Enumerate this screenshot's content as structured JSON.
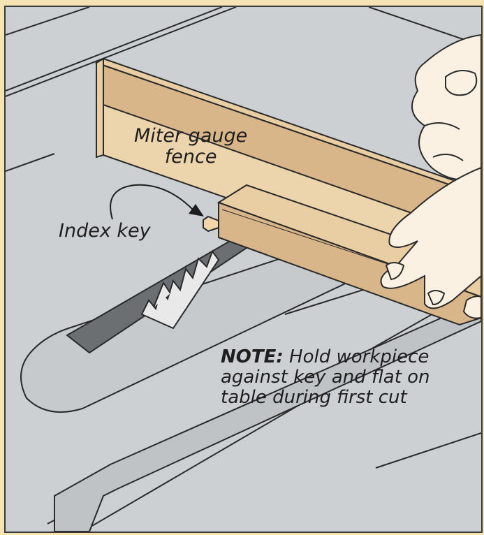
{
  "callouts": {
    "fence_line1": "Miter gauge",
    "fence_line2": "fence",
    "index_key": "Index key",
    "note_bold": "NOTE:",
    "note_line1": "Hold workpiece",
    "note_line2": "against key and flat on",
    "note_line3": "table during first cut"
  },
  "colors": {
    "background": "#f6e3b3",
    "table": "#cdd0d3",
    "wood_face": "#e9cea4",
    "wood_top": "#d9b58a",
    "index_key": "#f1d7aa",
    "hand": "#fbf1e2",
    "outline": "#2a2a2a"
  }
}
